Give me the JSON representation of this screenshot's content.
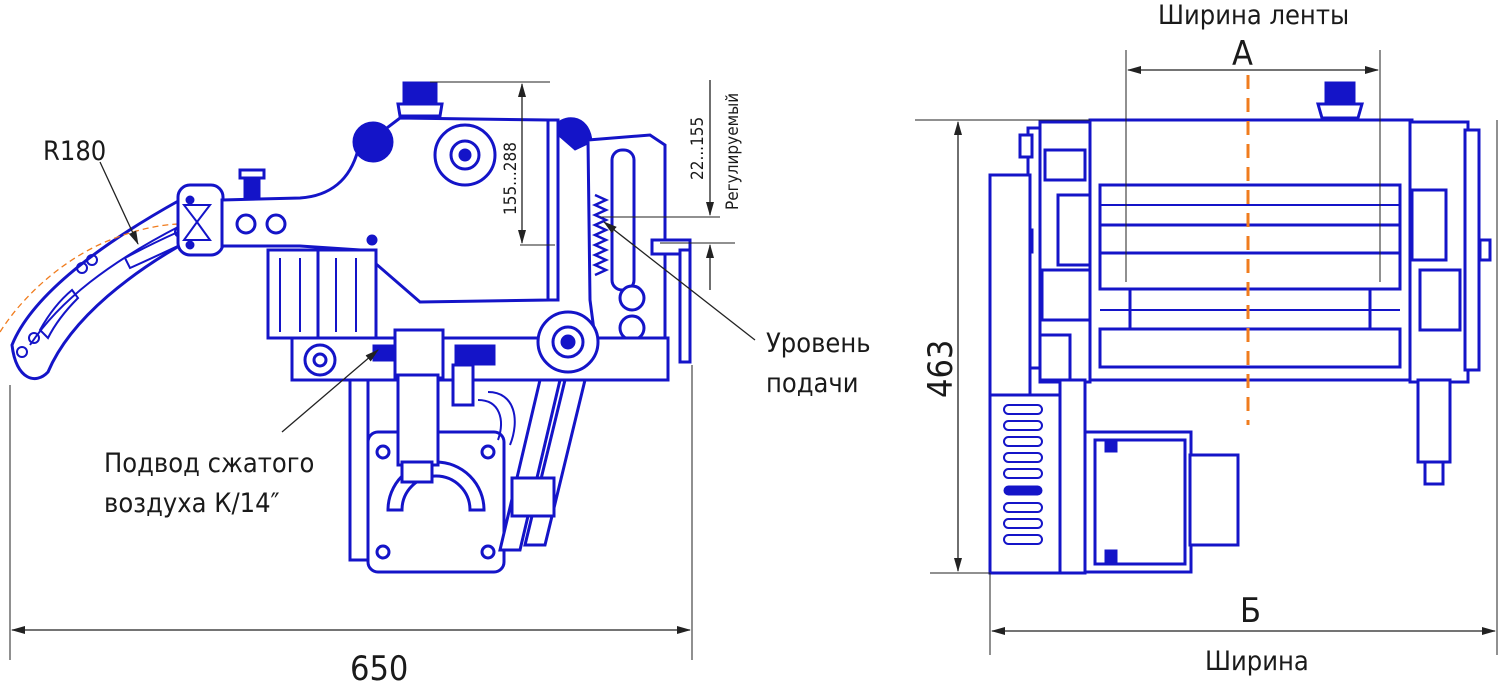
{
  "colors": {
    "machine": "#1414c8",
    "centerline": "#f07c1e",
    "text": "#1a1a1a"
  },
  "left_view": {
    "radius_label": "R180",
    "overall_length": "650",
    "stroke_range": "155...288",
    "adjust_range": "22...155",
    "adjust_note": "Регулируемый",
    "feed_level": [
      "Уровень",
      "подачи"
    ],
    "air_supply": [
      "Подвод сжатого",
      "воздуха К/14″"
    ]
  },
  "right_view": {
    "belt_width_title": "Ширина ленты",
    "belt_width_symbol": "А",
    "height": "463",
    "width_symbol": "Б",
    "width_title": "Ширина"
  }
}
